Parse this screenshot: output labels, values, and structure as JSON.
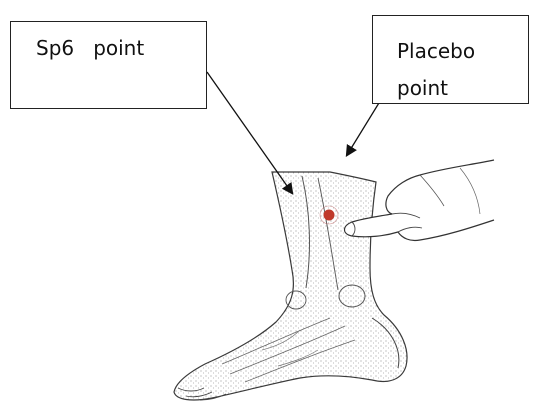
{
  "labels": {
    "sp6": "Sp6   point",
    "placebo_line1": "Placebo",
    "placebo_line2": "point"
  },
  "colors": {
    "ink": "#222222",
    "stipple": "#8a8a8a",
    "acupoint": "#c0392b"
  },
  "icons": {
    "figure": "leg-foot-illustration",
    "marker": "acupoint-dot"
  }
}
